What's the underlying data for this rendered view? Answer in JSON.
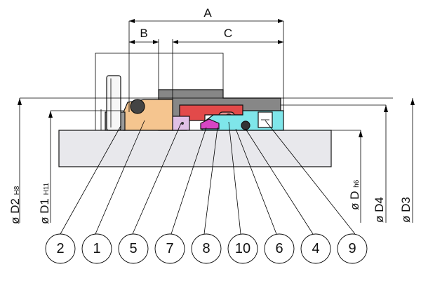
{
  "dimensions": {
    "a": "A",
    "b": "B",
    "c": "C"
  },
  "diameters": {
    "d2": {
      "symbol": "ø",
      "name": "D2",
      "fit": "H8"
    },
    "d1": {
      "symbol": "ø",
      "name": "D1",
      "fit": "H11"
    },
    "d": {
      "symbol": "ø",
      "name": "D",
      "fit": "h6"
    },
    "d4": {
      "symbol": "ø",
      "name": "D4",
      "fit": ""
    },
    "d3": {
      "symbol": "ø",
      "name": "D3",
      "fit": ""
    }
  },
  "callouts": [
    "2",
    "1",
    "5",
    "7",
    "8",
    "10",
    "6",
    "4",
    "9"
  ],
  "colors": {
    "part_1": "#f5c58f",
    "part_5": "#e0c0e6",
    "part_7": "#d646c4",
    "part_8": "#e24a4a",
    "part_6": "#7fe6ea",
    "part_9": "#ffffff",
    "shaft": "#e8e8ec",
    "housing": "#878787",
    "part_10": "#e89090",
    "pin": "#f6f6f6"
  }
}
